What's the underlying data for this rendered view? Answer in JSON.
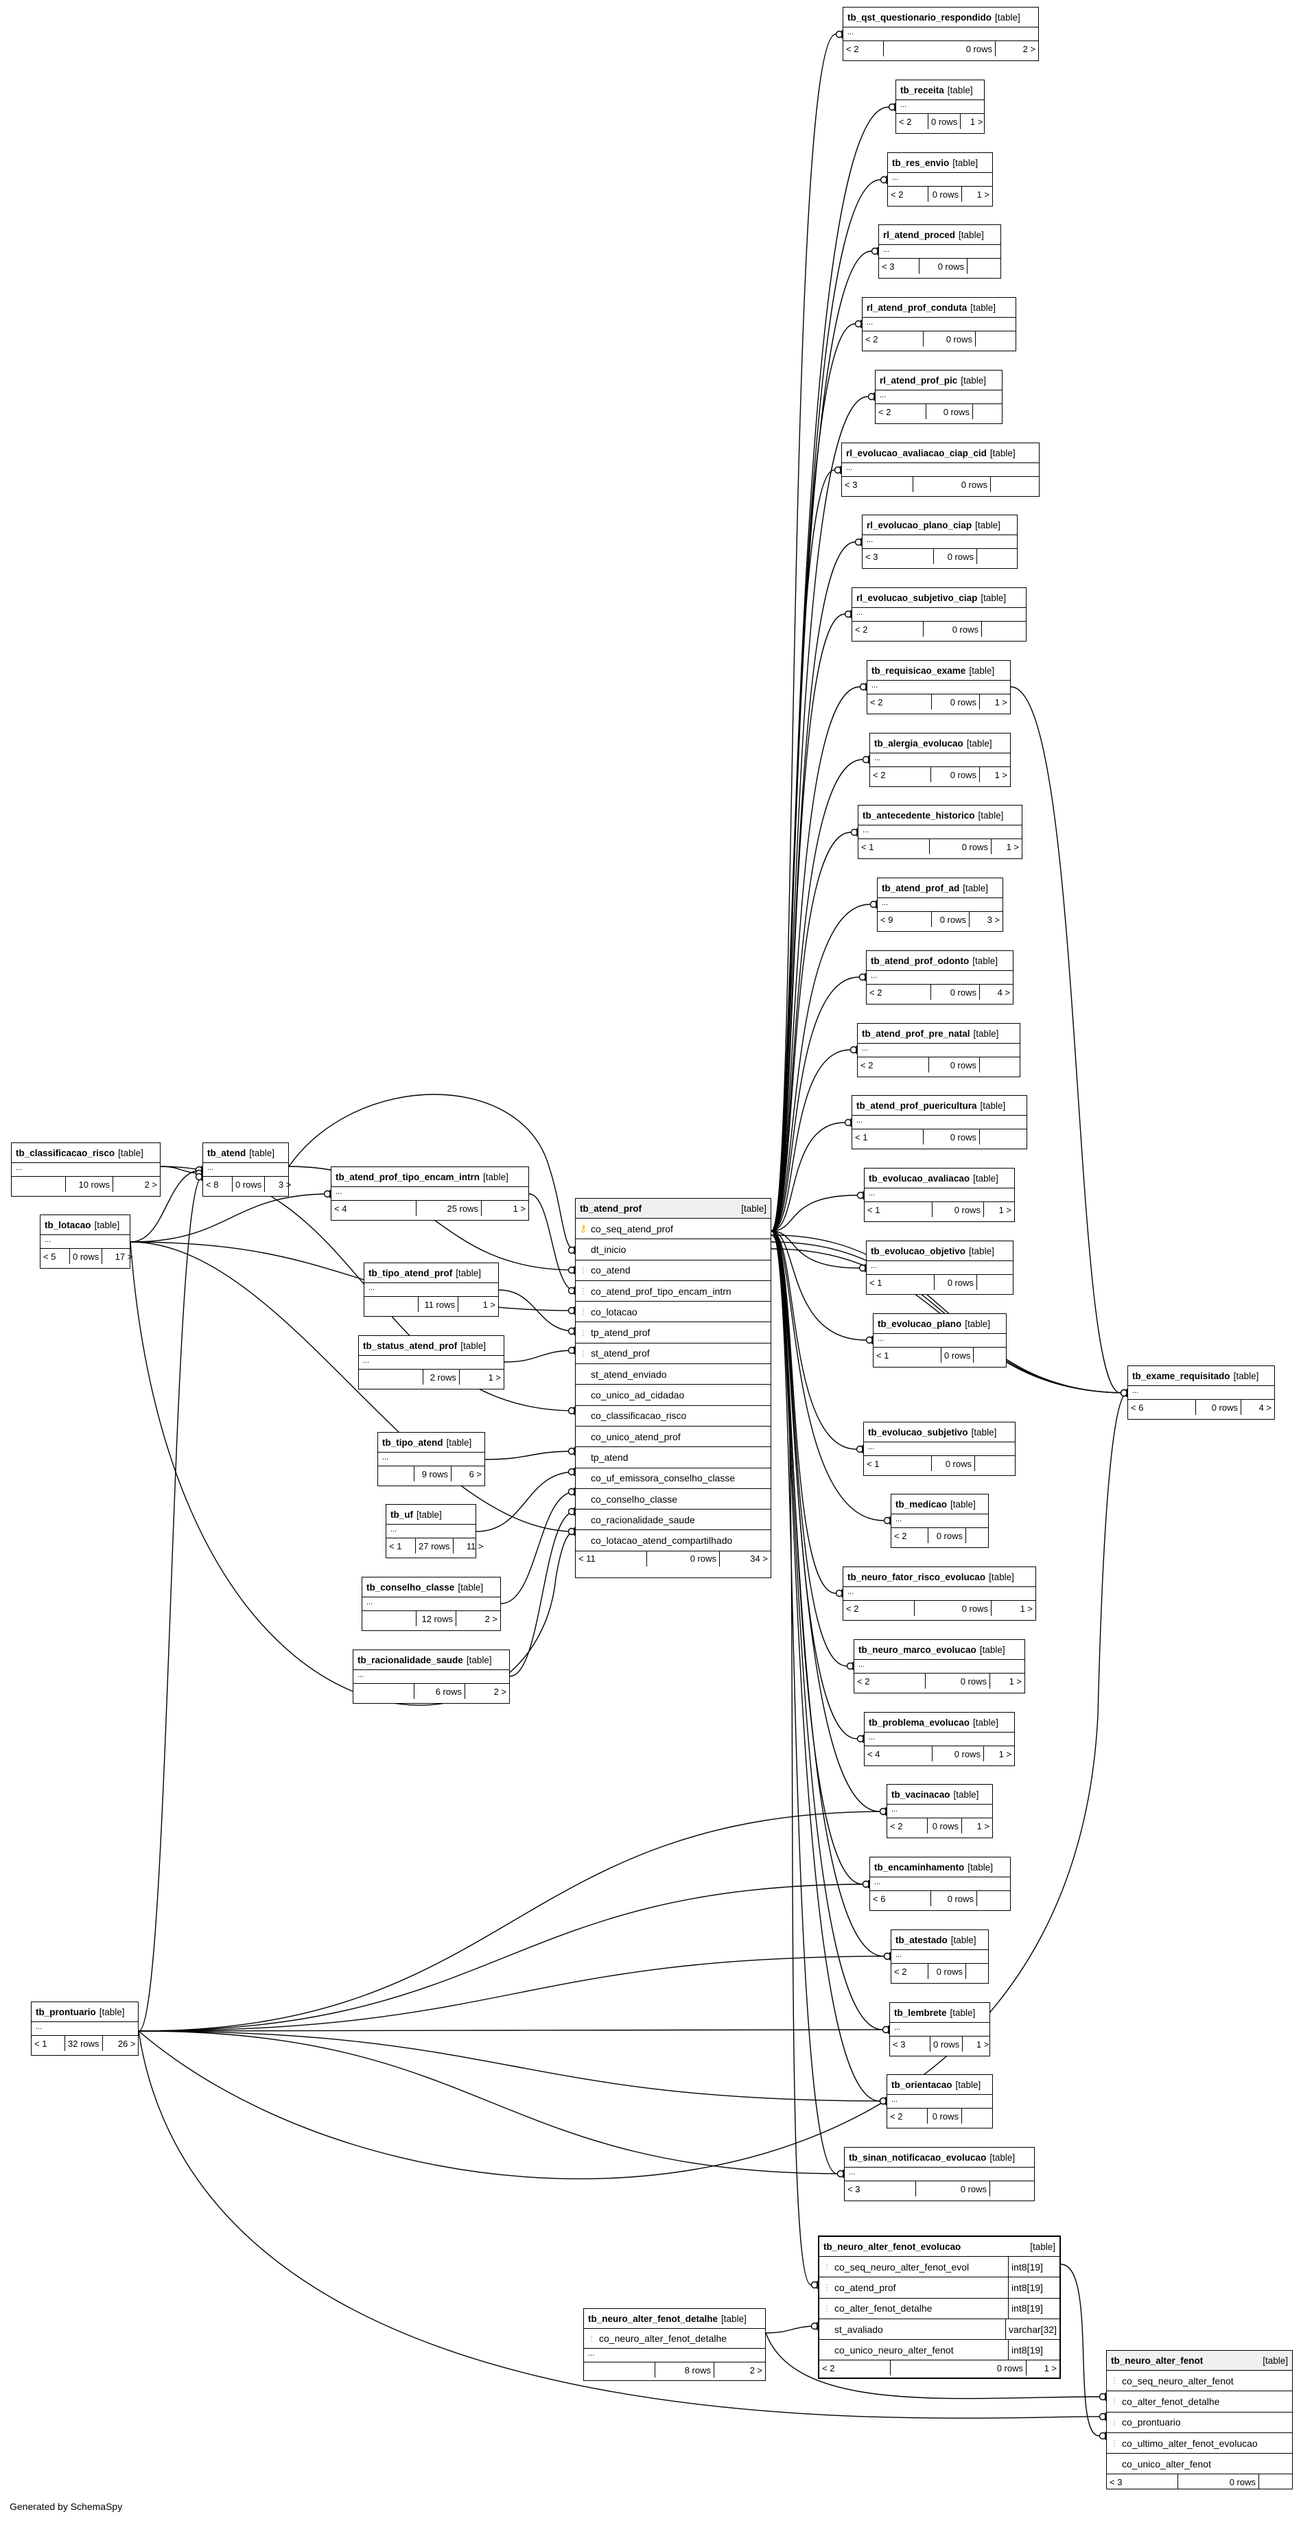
{
  "generated_by": "Generated by SchemaSpy",
  "kind_label": "[table]",
  "ellipsis": "...",
  "tables": [
    {
      "id": "tb_qst_questionario_respondido",
      "name": "tb_qst_questionario_respondido",
      "parents": "< 2",
      "rows": "0 rows",
      "children": "2 >"
    },
    {
      "id": "tb_receita",
      "name": "tb_receita",
      "parents": "< 2",
      "rows": "0 rows",
      "children": "1 >"
    },
    {
      "id": "tb_res_envio",
      "name": "tb_res_envio",
      "parents": "< 2",
      "rows": "0 rows",
      "children": "1 >"
    },
    {
      "id": "rl_atend_proced",
      "name": "rl_atend_proced",
      "parents": "< 3",
      "rows": "0 rows",
      "children": ""
    },
    {
      "id": "rl_atend_prof_conduta",
      "name": "rl_atend_prof_conduta",
      "parents": "< 2",
      "rows": "0 rows",
      "children": ""
    },
    {
      "id": "rl_atend_prof_pic",
      "name": "rl_atend_prof_pic",
      "parents": "< 2",
      "rows": "0 rows",
      "children": ""
    },
    {
      "id": "rl_evolucao_avaliacao_ciap_cid",
      "name": "rl_evolucao_avaliacao_ciap_cid",
      "parents": "< 3",
      "rows": "0 rows",
      "children": ""
    },
    {
      "id": "rl_evolucao_plano_ciap",
      "name": "rl_evolucao_plano_ciap",
      "parents": "< 3",
      "rows": "0 rows",
      "children": ""
    },
    {
      "id": "rl_evolucao_subjetivo_ciap",
      "name": "rl_evolucao_subjetivo_ciap",
      "parents": "< 2",
      "rows": "0 rows",
      "children": ""
    },
    {
      "id": "tb_requisicao_exame",
      "name": "tb_requisicao_exame",
      "parents": "< 2",
      "rows": "0 rows",
      "children": "1 >"
    },
    {
      "id": "tb_alergia_evolucao",
      "name": "tb_alergia_evolucao",
      "parents": "< 2",
      "rows": "0 rows",
      "children": "1 >"
    },
    {
      "id": "tb_antecedente_historico",
      "name": "tb_antecedente_historico",
      "parents": "< 1",
      "rows": "0 rows",
      "children": "1 >"
    },
    {
      "id": "tb_atend_prof_ad",
      "name": "tb_atend_prof_ad",
      "parents": "< 9",
      "rows": "0 rows",
      "children": "3 >"
    },
    {
      "id": "tb_atend_prof_odonto",
      "name": "tb_atend_prof_odonto",
      "parents": "< 2",
      "rows": "0 rows",
      "children": "4 >"
    },
    {
      "id": "tb_atend_prof_pre_natal",
      "name": "tb_atend_prof_pre_natal",
      "parents": "< 2",
      "rows": "0 rows",
      "children": ""
    },
    {
      "id": "tb_atend_prof_puericultura",
      "name": "tb_atend_prof_puericultura",
      "parents": "< 1",
      "rows": "0 rows",
      "children": ""
    },
    {
      "id": "tb_evolucao_avaliacao",
      "name": "tb_evolucao_avaliacao",
      "parents": "< 1",
      "rows": "0 rows",
      "children": "1 >"
    },
    {
      "id": "tb_evolucao_objetivo",
      "name": "tb_evolucao_objetivo",
      "parents": "< 1",
      "rows": "0 rows",
      "children": ""
    },
    {
      "id": "tb_evolucao_plano",
      "name": "tb_evolucao_plano",
      "parents": "< 1",
      "rows": "0 rows",
      "children": ""
    },
    {
      "id": "tb_exame_requisitado",
      "name": "tb_exame_requisitado",
      "parents": "< 6",
      "rows": "0 rows",
      "children": "4 >"
    },
    {
      "id": "tb_evolucao_subjetivo",
      "name": "tb_evolucao_subjetivo",
      "parents": "< 1",
      "rows": "0 rows",
      "children": ""
    },
    {
      "id": "tb_medicao",
      "name": "tb_medicao",
      "parents": "< 2",
      "rows": "0 rows",
      "children": ""
    },
    {
      "id": "tb_neuro_fator_risco_evolucao",
      "name": "tb_neuro_fator_risco_evolucao",
      "parents": "< 2",
      "rows": "0 rows",
      "children": "1 >"
    },
    {
      "id": "tb_neuro_marco_evolucao",
      "name": "tb_neuro_marco_evolucao",
      "parents": "< 2",
      "rows": "0 rows",
      "children": "1 >"
    },
    {
      "id": "tb_problema_evolucao",
      "name": "tb_problema_evolucao",
      "parents": "< 4",
      "rows": "0 rows",
      "children": "1 >"
    },
    {
      "id": "tb_vacinacao",
      "name": "tb_vacinacao",
      "parents": "< 2",
      "rows": "0 rows",
      "children": "1 >"
    },
    {
      "id": "tb_encaminhamento",
      "name": "tb_encaminhamento",
      "parents": "< 6",
      "rows": "0 rows",
      "children": ""
    },
    {
      "id": "tb_atestado",
      "name": "tb_atestado",
      "parents": "< 2",
      "rows": "0 rows",
      "children": ""
    },
    {
      "id": "tb_lembrete",
      "name": "tb_lembrete",
      "parents": "< 3",
      "rows": "0 rows",
      "children": "1 >"
    },
    {
      "id": "tb_orientacao",
      "name": "tb_orientacao",
      "parents": "< 2",
      "rows": "0 rows",
      "children": ""
    },
    {
      "id": "tb_sinan_notificacao_evolucao",
      "name": "tb_sinan_notificacao_evolucao",
      "parents": "< 3",
      "rows": "0 rows",
      "children": ""
    },
    {
      "id": "tb_classificacao_risco",
      "name": "tb_classificacao_risco",
      "parents": "",
      "rows": "10 rows",
      "children": "2 >"
    },
    {
      "id": "tb_atend",
      "name": "tb_atend",
      "parents": "< 8",
      "rows": "0 rows",
      "children": "3 >"
    },
    {
      "id": "tb_atend_prof_tipo_encam_intrn",
      "name": "tb_atend_prof_tipo_encam_intrn",
      "parents": "< 4",
      "rows": "25 rows",
      "children": "1 >"
    },
    {
      "id": "tb_lotacao",
      "name": "tb_lotacao",
      "parents": "< 5",
      "rows": "0 rows",
      "children": "17 >"
    },
    {
      "id": "tb_tipo_atend_prof",
      "name": "tb_tipo_atend_prof",
      "parents": "",
      "rows": "11 rows",
      "children": "1 >"
    },
    {
      "id": "tb_status_atend_prof",
      "name": "tb_status_atend_prof",
      "parents": "",
      "rows": "2 rows",
      "children": "1 >"
    },
    {
      "id": "tb_tipo_atend",
      "name": "tb_tipo_atend",
      "parents": "",
      "rows": "9 rows",
      "children": "6 >"
    },
    {
      "id": "tb_uf",
      "name": "tb_uf",
      "parents": "< 1",
      "rows": "27 rows",
      "children": "11 >"
    },
    {
      "id": "tb_conselho_classe",
      "name": "tb_conselho_classe",
      "parents": "",
      "rows": "12 rows",
      "children": "2 >"
    },
    {
      "id": "tb_racionalidade_saude",
      "name": "tb_racionalidade_saude",
      "parents": "",
      "rows": "6 rows",
      "children": "2 >"
    },
    {
      "id": "tb_prontuario",
      "name": "tb_prontuario",
      "parents": "< 1",
      "rows": "32 rows",
      "children": "26 >"
    },
    {
      "id": "tb_neuro_alter_fenot_detalhe",
      "name": "tb_neuro_alter_fenot_detalhe",
      "parents": "",
      "rows": "8 rows",
      "children": "2 >"
    }
  ],
  "tb_atend_prof": {
    "name": "tb_atend_prof",
    "parents": "< 11",
    "rows": "0 rows",
    "children": "34 >",
    "columns": [
      "co_seq_atend_prof",
      "dt_inicio",
      "co_atend",
      "co_atend_prof_tipo_encam_intrn",
      "co_lotacao",
      "tp_atend_prof",
      "st_atend_prof",
      "st_atend_enviado",
      "co_unico_ad_cidadao",
      "co_classificacao_risco",
      "co_unico_atend_prof",
      "tp_atend",
      "co_uf_emissora_conselho_classe",
      "co_conselho_classe",
      "co_racionalidade_saude",
      "co_lotacao_atend_compartilhado"
    ]
  },
  "tb_neuro_alter_fenot_evolucao": {
    "name": "tb_neuro_alter_fenot_evolucao",
    "parents": "< 2",
    "rows": "0 rows",
    "children": "1 >",
    "columns": [
      {
        "name": "co_seq_neuro_alter_fenot_evol",
        "type": "int8[19]"
      },
      {
        "name": "co_atend_prof",
        "type": "int8[19]"
      },
      {
        "name": "co_alter_fenot_detalhe",
        "type": "int8[19]"
      },
      {
        "name": "st_avaliado",
        "type": "varchar[32]"
      },
      {
        "name": "co_unico_neuro_alter_fenot",
        "type": "int8[19]"
      }
    ]
  },
  "tb_neuro_alter_fenot_detalhe_cols": [
    "co_neuro_alter_fenot_detalhe"
  ],
  "tb_neuro_alter_fenot": {
    "name": "tb_neuro_alter_fenot",
    "parents": "< 3",
    "rows": "0 rows",
    "children": "",
    "columns": [
      "co_seq_neuro_alter_fenot",
      "co_alter_fenot_detalhe",
      "co_prontuario",
      "co_ultimo_alter_fenot_evolucao",
      "co_unico_alter_fenot"
    ]
  }
}
